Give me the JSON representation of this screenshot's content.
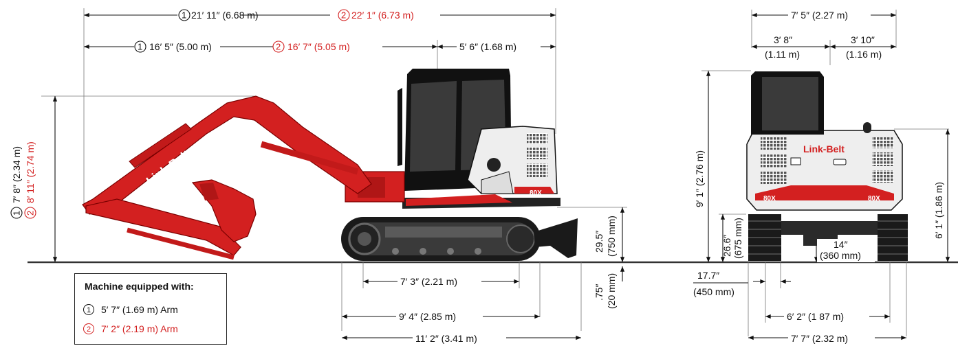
{
  "side_view": {
    "overall_length_1": "21′ 11″ (6.68 m)",
    "overall_length_2": "22′ 1″ (6.73 m)",
    "boom_reach_1": "16′ 5″ (5.00 m)",
    "boom_reach_2": "16′ 7″ (5.05 m)",
    "rear_length": "5′ 6″ (1.68 m)",
    "height_1": "7′ 8″ (2.34 m)",
    "height_2": "8′ 11″ (2.74 m)",
    "blade_height_a": "29.5″",
    "blade_height_b": "(750 mm)",
    "blade_depth_a": ".75″",
    "blade_depth_b": "(20 mm)",
    "tumbler_center": "7′ 3″ (2.21 m)",
    "track_length": "9′ 4″ (2.85 m)",
    "overall_track_length": "11′ 2″ (3.41 m)"
  },
  "front_view": {
    "upper_width": "7′ 5″ (2.27 m)",
    "left_width_a": "3′ 8″",
    "left_width_b": "(1.11 m)",
    "right_width_a": "3′ 10″",
    "right_width_b": "(1.16 m)",
    "cab_height": "9′ 1″ (2.76 m)",
    "counterweight_height": "6′ 1″ (1.86 m)",
    "track_height_a": "26.6″",
    "track_height_b": "(675 mm)",
    "ground_clearance_a": "14″",
    "ground_clearance_b": "(360 mm)",
    "shoe_width_a": "17.7″",
    "shoe_width_b": "(450 mm)",
    "track_gauge": "6′ 2″ (1 87 m)",
    "track_width": "7′ 7″ (2.32 m)"
  },
  "brand": {
    "logo_text": "Link-Belt",
    "model_text": "80X",
    "accent_color": "#d32020",
    "cab_color": "#111111",
    "body_color": "#eeeeee"
  },
  "legend": {
    "title": "Machine equipped with:",
    "marker_1": "1",
    "marker_2": "2",
    "item_1": "5′ 7″ (1.69 m) Arm",
    "item_2": "7′ 2″ (2.19 m) Arm"
  }
}
